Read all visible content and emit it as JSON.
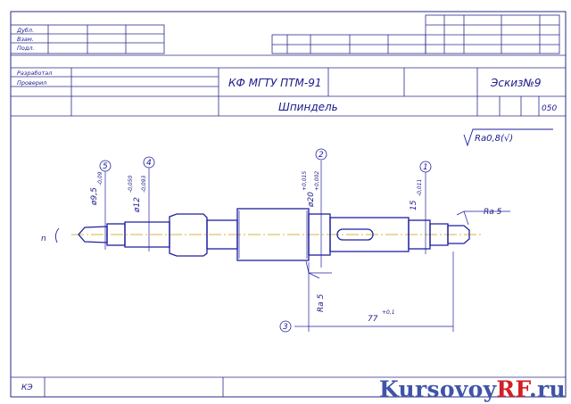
{
  "colors": {
    "frame": "#2a2a8a",
    "part": "#1e1ea0",
    "axis": "#c8a000",
    "watermark_blue": "#3f54a8",
    "watermark_red": "#d21f26"
  },
  "header": {
    "signatures": [
      "Дубл.",
      "Взам.",
      "Подл."
    ],
    "roles": [
      "Разработал",
      "Проверил"
    ],
    "organization": "КФ МГТУ ПТМ-91",
    "sheet_title": "Эскиз№9",
    "operation_title": "Шпиндель",
    "operation_code": "050"
  },
  "roughness_general": "Ra0,8(√)",
  "dimensions": {
    "d5": "ø9,5",
    "d5_tol": "-0,09",
    "d4": "ø12",
    "d4_tol_upper": "-0,050",
    "d4_tol_lower": "-0,093",
    "d2": "ø20",
    "d2_tol_upper": "+0,015",
    "d2_tol_lower": "+0,002",
    "d1": "15",
    "d1_tol": "-0,011",
    "length": "77",
    "length_tol": "+0,1",
    "ra_top": "Ra 5",
    "ra_mid": "Ra 5",
    "rotation": "n"
  },
  "callouts": [
    "5",
    "4",
    "2",
    "1",
    "3"
  ],
  "footer_code": "КЭ",
  "watermark": {
    "part1": "Kursovoy",
    "part2": "RF",
    "part3": ".ru"
  }
}
